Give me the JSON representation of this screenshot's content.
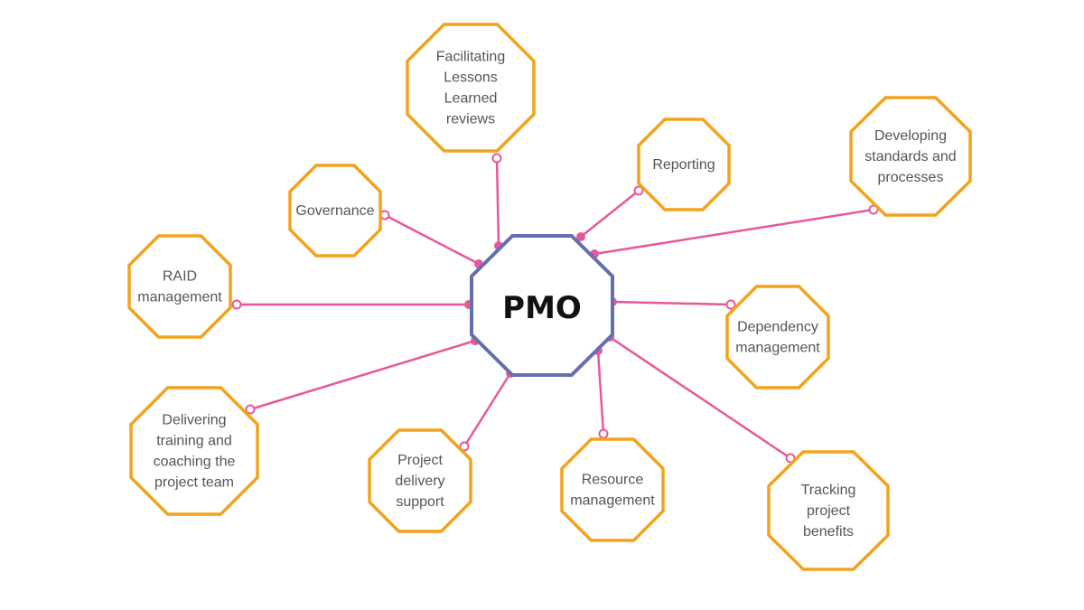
{
  "diagram": {
    "center": {
      "label": "PMO"
    },
    "nodes": [
      {
        "id": "lessons",
        "label_lines": [
          "Facilitating",
          "Lessons",
          "Learned",
          "reviews"
        ]
      },
      {
        "id": "reporting",
        "label_lines": [
          "Reporting"
        ]
      },
      {
        "id": "standards",
        "label_lines": [
          "Developing",
          "standards and",
          "processes"
        ]
      },
      {
        "id": "governance",
        "label_lines": [
          "Governance"
        ]
      },
      {
        "id": "raid",
        "label_lines": [
          "RAID",
          "management"
        ]
      },
      {
        "id": "dependency",
        "label_lines": [
          "Dependency",
          "management"
        ]
      },
      {
        "id": "training",
        "label_lines": [
          "Delivering",
          "training and",
          "coaching the",
          "project team"
        ]
      },
      {
        "id": "delivery",
        "label_lines": [
          "Project",
          "delivery",
          "support"
        ]
      },
      {
        "id": "resource",
        "label_lines": [
          "Resource",
          "management"
        ]
      },
      {
        "id": "benefits",
        "label_lines": [
          "Tracking",
          "project",
          "benefits"
        ]
      }
    ],
    "colors": {
      "node_border": "#F2A31B",
      "center_border": "#6470AE",
      "connector": "#E8579A",
      "text": "#555555",
      "center_text": "#111111"
    }
  }
}
